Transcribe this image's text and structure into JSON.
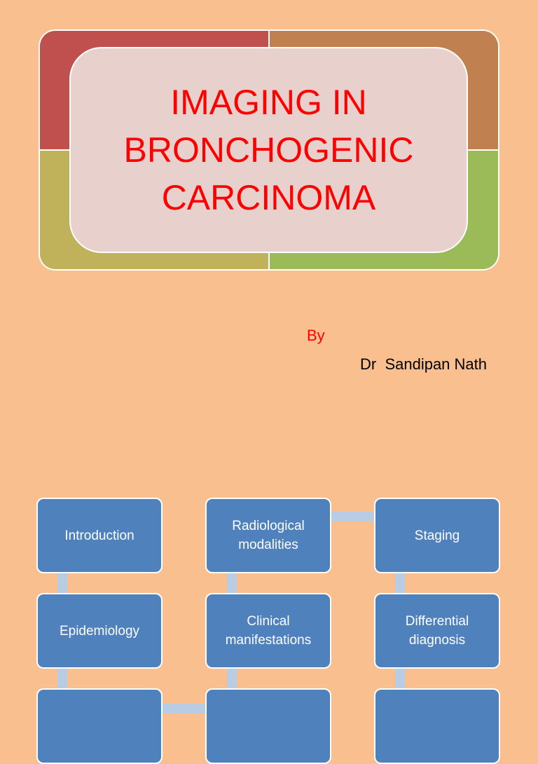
{
  "slide": {
    "title": "IMAGING IN BRONCHOGENIC CARCINOMA",
    "title_lines": [
      "IMAGING IN",
      "BRONCHOGENIC",
      "CARCINOMA"
    ],
    "by_label": "By",
    "author": "Dr  Sandipan Nath"
  },
  "colors": {
    "background": "#f9bf8f",
    "title_text": "#ff0000",
    "quad_red": "#c0504d",
    "quad_orange": "#c0804f",
    "quad_olive": "#bfb25a",
    "quad_green": "#9bbb59",
    "flow_box": "#4f81bd",
    "connector": "#b8cce4"
  },
  "flowchart": {
    "steps": [
      "Introduction",
      "Epidemiology",
      "Radiological modalities",
      "Clinical manifestations",
      "Staging",
      "Differential diagnosis"
    ],
    "step_lines": {
      "radiological": [
        "Radiological",
        "modalities"
      ],
      "clinical": [
        "Clinical",
        "manifestations"
      ],
      "differential": [
        "Differential",
        "diagnosis"
      ]
    }
  }
}
